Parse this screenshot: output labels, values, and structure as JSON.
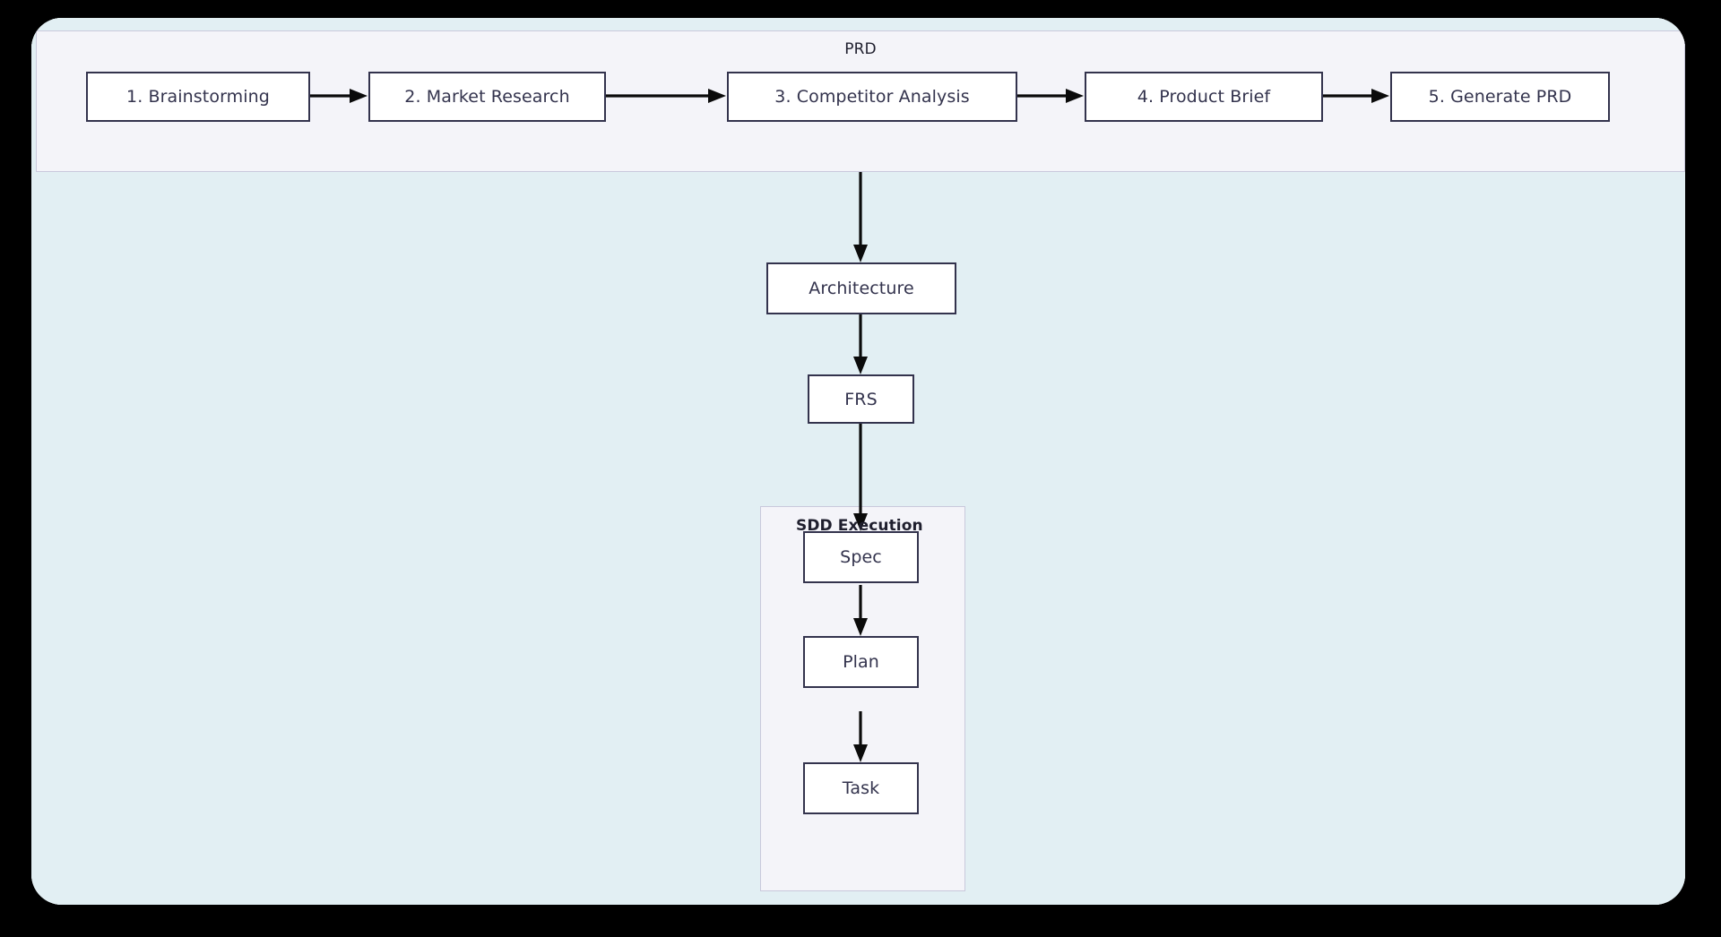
{
  "canvas": {
    "background_color": "#ffffff",
    "outer_background_color": "#000000",
    "pattern_color": "#e2eff3"
  },
  "theme": {
    "node_border_color": "#33334d",
    "node_fill_color": "#ffffff",
    "node_text_color": "#33334d",
    "subgraph_fill_color": "#f4f4f9",
    "subgraph_border_color": "#c9c9dc",
    "edge_color": "#0b0b0b"
  },
  "diagram": {
    "type": "flowchart",
    "direction": "top-down",
    "subgraphs": [
      {
        "id": "prd",
        "title": "PRD",
        "nodes": [
          {
            "id": "brainstorming",
            "label": "1. Brainstorming"
          },
          {
            "id": "market-research",
            "label": "2. Market Research"
          },
          {
            "id": "competitor-analysis",
            "label": "3. Competitor Analysis"
          },
          {
            "id": "product-brief",
            "label": "4. Product Brief"
          },
          {
            "id": "generate-prd",
            "label": "5. Generate PRD"
          }
        ]
      },
      {
        "id": "sdd-execution",
        "title": "SDD Execution",
        "nodes": [
          {
            "id": "spec",
            "label": "Spec"
          },
          {
            "id": "plan",
            "label": "Plan"
          },
          {
            "id": "task",
            "label": "Task"
          }
        ]
      }
    ],
    "standalone_nodes": [
      {
        "id": "architecture",
        "label": "Architecture"
      },
      {
        "id": "frs",
        "label": "FRS"
      }
    ],
    "edges": [
      {
        "from": "brainstorming",
        "to": "market-research"
      },
      {
        "from": "market-research",
        "to": "competitor-analysis"
      },
      {
        "from": "competitor-analysis",
        "to": "product-brief"
      },
      {
        "from": "product-brief",
        "to": "generate-prd"
      },
      {
        "from": "prd",
        "to": "architecture"
      },
      {
        "from": "architecture",
        "to": "frs"
      },
      {
        "from": "frs",
        "to": "spec"
      },
      {
        "from": "spec",
        "to": "plan"
      },
      {
        "from": "plan",
        "to": "task"
      }
    ]
  }
}
